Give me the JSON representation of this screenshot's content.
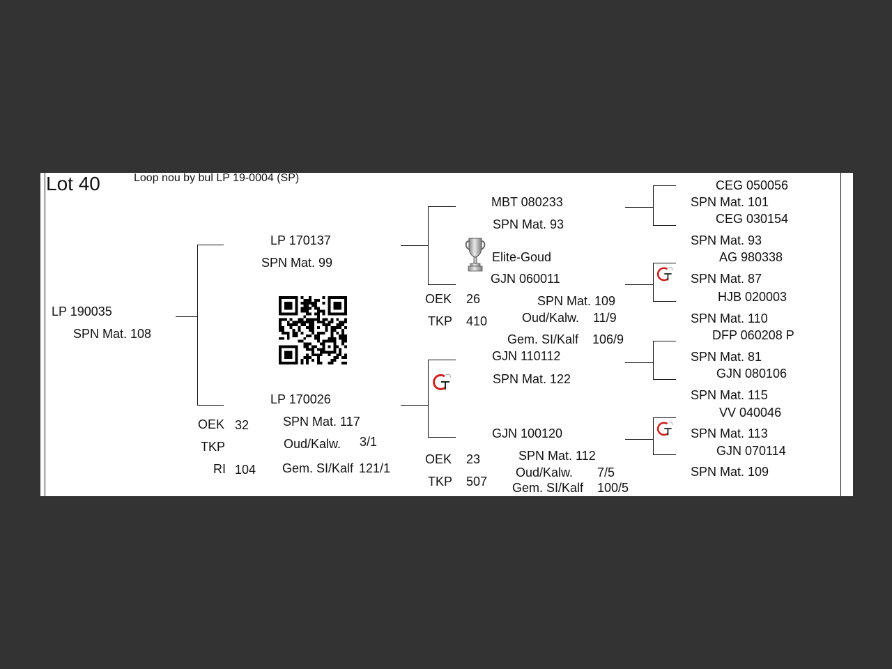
{
  "header": {
    "lot": "Lot 40",
    "description": "Loop nou by bul LP 19-0004 (SP)"
  },
  "animal": {
    "id": "LP  190035",
    "spn": "SPN Mat. 108",
    "stats": [
      {
        "label": "OEK",
        "value": "32"
      },
      {
        "label": "TKP",
        "value": ""
      },
      {
        "label": "RI",
        "value": "104"
      }
    ]
  },
  "sire": {
    "id": "LP  170137",
    "spn": "SPN Mat. 99"
  },
  "dam": {
    "id": "LP  170026",
    "spn": "SPN Mat. 117",
    "oud_kalw_label": "Oud/Kalw.",
    "oud_kalw_value": "3/1",
    "gem_label": "Gem. SI/Kalf",
    "gem_value": "121/1"
  },
  "sire_sire": {
    "id": "MBT 080233",
    "spn": "SPN Mat. 93",
    "award": "Elite-Goud"
  },
  "sire_dam": {
    "id": "GJN 060011",
    "spn": "SPN Mat. 109",
    "oud_kalw_label": "Oud/Kalw.",
    "oud_kalw_value": "11/9",
    "gem_label": "Gem. SI/Kalf",
    "gem_value": "106/9",
    "stats": [
      {
        "label": "OEK",
        "value": "26"
      },
      {
        "label": "TKP",
        "value": "410"
      }
    ]
  },
  "dam_sire": {
    "id": "GJN 110112",
    "spn": "SPN Mat. 122"
  },
  "dam_dam": {
    "id": "GJN 100120",
    "spn": "SPN Mat. 112",
    "oud_kalw_label": "Oud/Kalw.",
    "oud_kalw_value": "7/5",
    "gem_label": "Gem. SI/Kalf",
    "gem_value": "100/5",
    "stats": [
      {
        "label": "OEK",
        "value": "23"
      },
      {
        "label": "TKP",
        "value": "507"
      }
    ]
  },
  "great_grandparents": [
    {
      "id": "CEG 050056",
      "spn": "SPN Mat. 101"
    },
    {
      "id": "CEG 030154",
      "spn": "SPN Mat. 93"
    },
    {
      "id": "AG  980338",
      "spn": "SPN Mat. 87"
    },
    {
      "id": "HJB 020003",
      "spn": "SPN Mat. 110"
    },
    {
      "id": "DFP 060208  P",
      "spn": "SPN Mat. 81"
    },
    {
      "id": "GJN 080106",
      "spn": "SPN Mat. 115"
    },
    {
      "id": "VV  040046",
      "spn": "SPN Mat. 113"
    },
    {
      "id": "GJN 070114",
      "spn": "SPN Mat. 109"
    }
  ],
  "icons": {
    "trophy": "trophy-icon",
    "gt_logo": "gt-logo-icon",
    "qr": "qr-code-icon",
    "gt_logo_color": "#cc2222"
  }
}
